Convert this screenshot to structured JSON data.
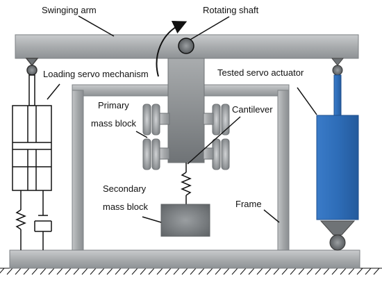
{
  "labels": {
    "swinging_arm": "Swinging arm",
    "rotating_shaft": "Rotating shaft",
    "loading_servo": "Loading servo mechanism",
    "tested_servo": "Tested servo actuator",
    "primary_1": "Primary",
    "primary_2": "mass block",
    "cantilever": "Cantilever",
    "secondary_1": "Secondary",
    "secondary_2": "mass block",
    "frame": "Frame"
  },
  "colors": {
    "steel_light": "#b9bcbe",
    "steel_dark": "#7f8386",
    "actuator_blue": "#2e6db8",
    "actuator_blue_dark": "#1f4f8c",
    "line": "#111111"
  }
}
